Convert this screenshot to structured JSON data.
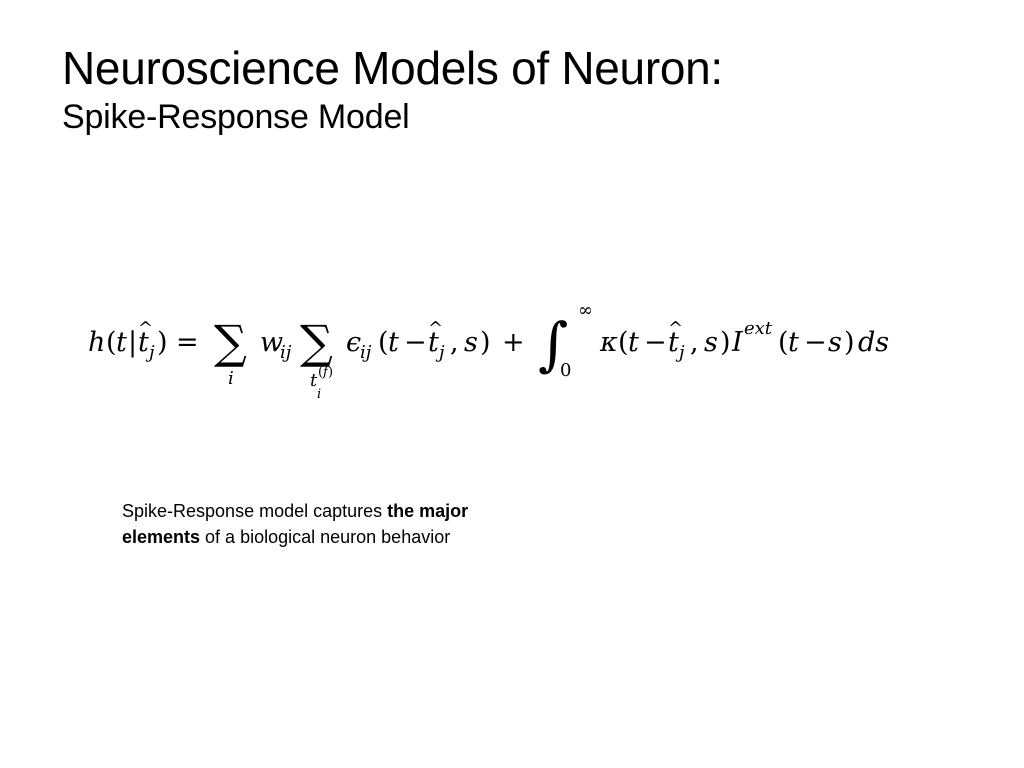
{
  "slide": {
    "title": "Neuroscience Models of Neuron:",
    "subtitle": "Spike-Response Model"
  },
  "equation": {
    "latex": "h(t|\\hat{t}_j) = \\sum_i w_{ij} \\sum_{t_i^{(f)}} \\epsilon_{ij}(t-\\hat{t}_j, s) + \\int_0^\\infty \\kappa(t-\\hat{t}_j, s) I^{ext}(t-s) ds"
  },
  "caption": {
    "part1": "Spike-Response model captures ",
    "bold1": "the major",
    "bold2": "elements",
    "part2": " of a biological neuron behavior"
  }
}
